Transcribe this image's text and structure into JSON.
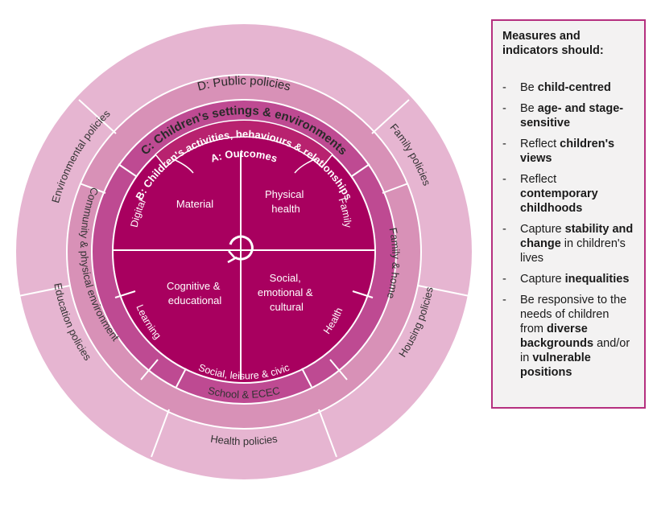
{
  "wheel": {
    "rings": {
      "d_label": "D: Public policies",
      "c_label": "C: Children's settings & environments",
      "b_label": "B: Children's activities, behaviours & relationships",
      "a_label": "A: Outcomes"
    },
    "public_policies": [
      "Family policies",
      "Housing policies",
      "Health policies",
      "Education policies",
      "Environmental policies"
    ],
    "settings": [
      "Family & home",
      "School & ECEC",
      "Community & physical environment"
    ],
    "activities": [
      "Family",
      "Health",
      "Social, leisure & civic",
      "Learning",
      "Digital"
    ],
    "outcomes": {
      "material": "Material",
      "physical": [
        "Physical",
        "health"
      ],
      "cognitive": [
        "Cognitive &",
        "educational"
      ],
      "social": [
        "Social,",
        "emotional &",
        "cultural"
      ]
    },
    "colors": {
      "outer": "#e6b5d1",
      "outer_line": "#ffffff",
      "ring_c": "#d891b7",
      "ring_b": "#be4a92",
      "core": "#a8005f"
    }
  },
  "sidebox": {
    "title": "Measures and indicators should:",
    "dash": "-",
    "items": [
      [
        {
          "t": "Be "
        },
        {
          "b": "child-centred"
        }
      ],
      [
        {
          "t": "Be "
        },
        {
          "b": "age- and stage-sensitive"
        }
      ],
      [
        {
          "t": "Reflect "
        },
        {
          "b": "children's views"
        }
      ],
      [
        {
          "t": "Reflect "
        },
        {
          "b": "contemporary childhoods"
        }
      ],
      [
        {
          "t": "Capture "
        },
        {
          "b": "stability and change"
        },
        {
          "t": " in children's lives"
        }
      ],
      [
        {
          "t": "Capture "
        },
        {
          "b": "inequalities"
        }
      ],
      [
        {
          "t": "Be responsive to the needs of children from "
        },
        {
          "b": "diverse backgrounds"
        },
        {
          "t": " and/or in "
        },
        {
          "b": "vulnerable positions"
        }
      ]
    ]
  }
}
